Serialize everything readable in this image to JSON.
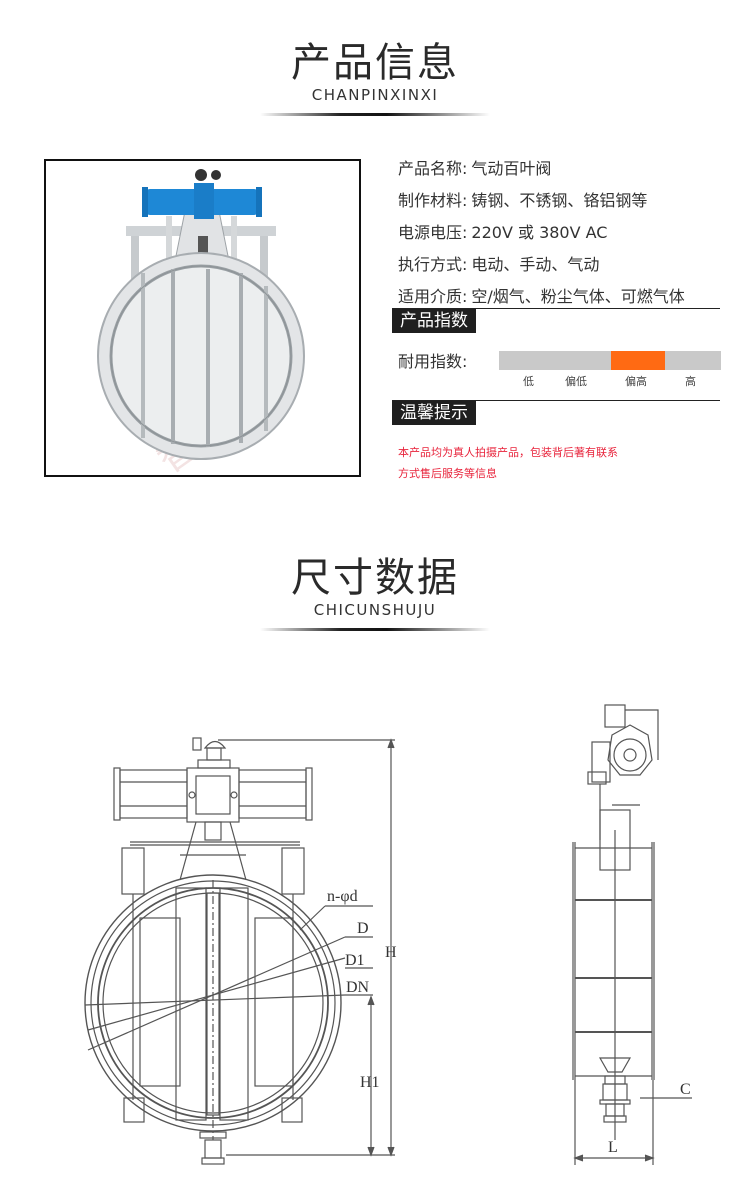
{
  "section_info": {
    "title_zh": "产品信息",
    "title_en": "CHANPINXINXI"
  },
  "product_photo": {
    "alt": "气动百叶阀产品照片",
    "actuator_color": "#1e88d6"
  },
  "specs": [
    {
      "label": "产品名称:",
      "value": "气动百叶阀"
    },
    {
      "label": "制作材料:",
      "value": "铸钢、不锈钢、铬铝钢等"
    },
    {
      "label": "电源电压:",
      "value": "220V 或 380V AC"
    },
    {
      "label": "执行方式:",
      "value": "电动、手动、气动"
    },
    {
      "label": "适用介质:",
      "value": "空/烟气、粉尘气体、可燃气体"
    }
  ],
  "index_section": {
    "tag": "产品指数",
    "durability_label": "耐用指数:",
    "levels": [
      "低",
      "偏低",
      "偏高",
      "高"
    ],
    "selected_level": "偏高",
    "bar_color": "#c9c9c9",
    "highlight_color": "#ff6a13"
  },
  "tips_section": {
    "tag": "温馨提示",
    "lines": [
      "本产品均为真人拍摄产品，包装背后著有联系",
      "方式售后服务等信息"
    ],
    "color": "#e8233b"
  },
  "section_dims": {
    "title_zh": "尺寸数据",
    "title_en": "CHICUNSHUJU"
  },
  "drawing_labels": {
    "bolt_holes": "n-φd",
    "outer_diameter": "D",
    "bolt_circle": "D1",
    "nominal": "DN",
    "height": "H",
    "center_height": "H1",
    "flange_thickness": "C",
    "length": "L"
  }
}
